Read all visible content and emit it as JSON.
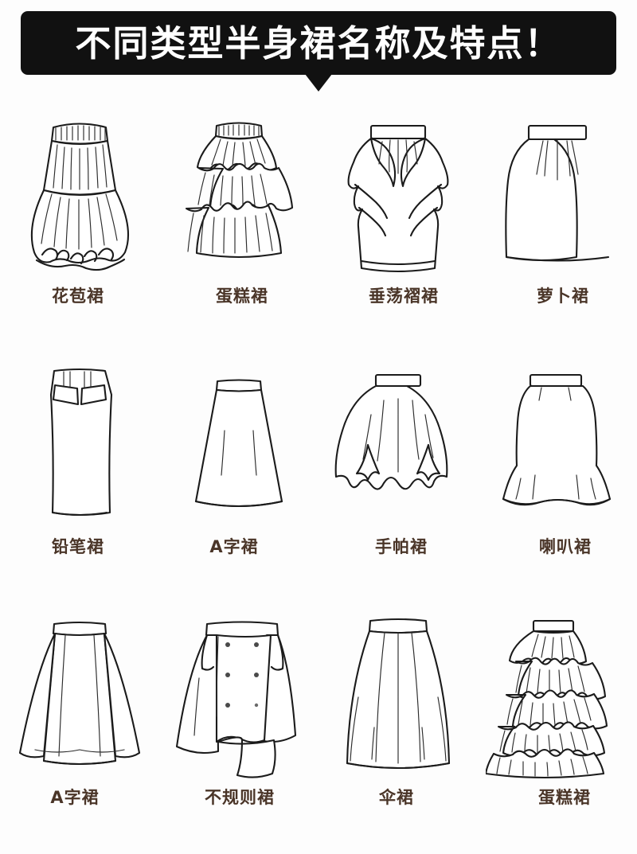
{
  "banner": {
    "title": "不同类型半身裙名称及特点！",
    "background_color": "#111111",
    "text_color": "#ffffff"
  },
  "page": {
    "background_color": "#fdfdfd",
    "caption_color": "#4a3528",
    "line_color": "#1b1b1b"
  },
  "grid": {
    "columns": 4,
    "rows": 3,
    "items": [
      {
        "label": "花苞裙",
        "icon": "bubble-skirt-illustration"
      },
      {
        "label": "蛋糕裙",
        "icon": "tiered-cake-skirt-illustration"
      },
      {
        "label": "垂荡褶裙",
        "icon": "draped-cowl-skirt-illustration"
      },
      {
        "label": "萝卜裙",
        "icon": "carrot-tulip-skirt-illustration"
      },
      {
        "label": "铅笔裙",
        "icon": "pencil-skirt-illustration"
      },
      {
        "label": "A字裙",
        "icon": "a-line-skirt-illustration"
      },
      {
        "label": "手帕裙",
        "icon": "handkerchief-skirt-illustration"
      },
      {
        "label": "喇叭裙",
        "icon": "trumpet-skirt-illustration"
      },
      {
        "label": "A字裙",
        "icon": "paneled-a-line-skirt-illustration"
      },
      {
        "label": "不规则裙",
        "icon": "irregular-asymmetric-skirt-illustration"
      },
      {
        "label": "伞裙",
        "icon": "umbrella-circle-skirt-illustration"
      },
      {
        "label": "蛋糕裙",
        "icon": "multi-tiered-maxi-cake-skirt-illustration"
      }
    ]
  }
}
